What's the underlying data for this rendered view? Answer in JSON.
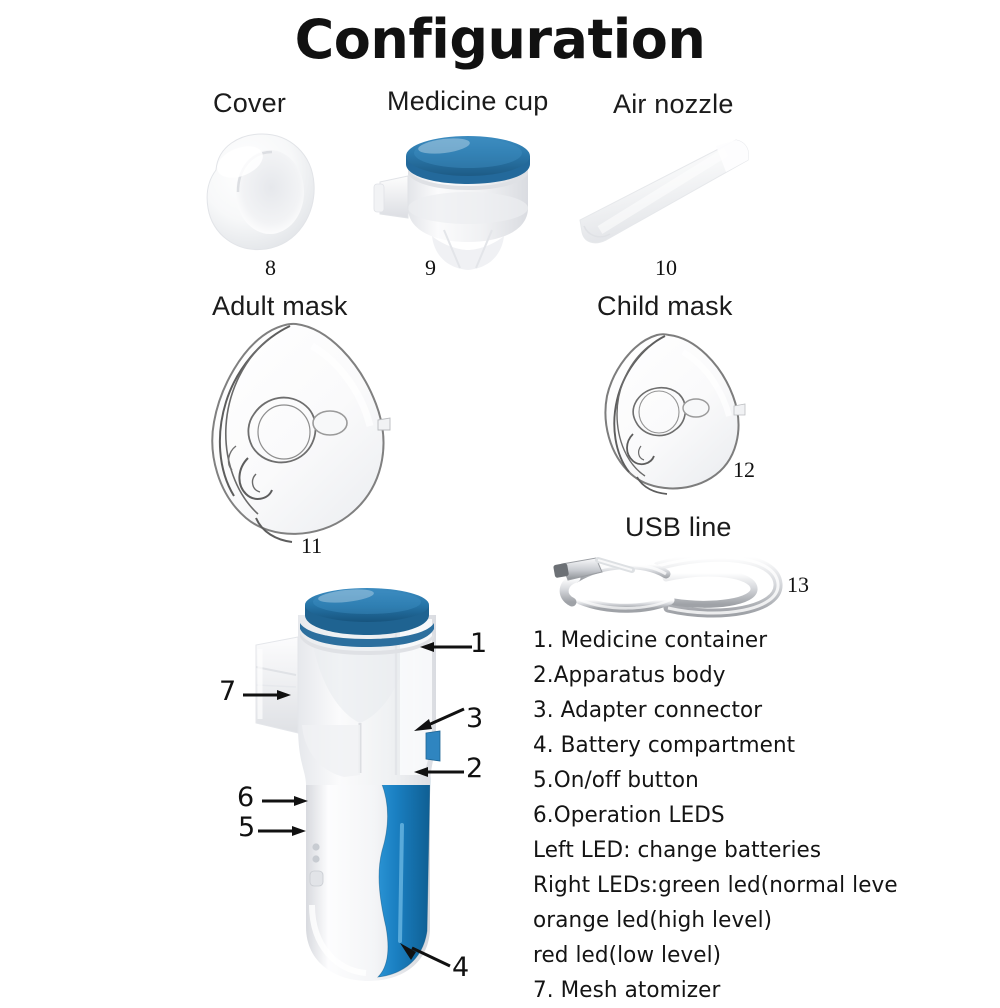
{
  "title": "Configuration",
  "sections": [
    {
      "id": "cover",
      "caption": "Cover",
      "number": "8"
    },
    {
      "id": "medicine-cup",
      "caption": "Medicine cup",
      "number": "9"
    },
    {
      "id": "air-nozzle",
      "caption": "Air nozzle",
      "number": "10"
    },
    {
      "id": "adult-mask",
      "caption": "Adult mask",
      "number": "11"
    },
    {
      "id": "child-mask",
      "caption": "Child mask",
      "number": "12"
    },
    {
      "id": "usb-line",
      "caption": "USB line",
      "number": "13"
    }
  ],
  "device_callouts": [
    {
      "number": "1",
      "target": "medicine-container"
    },
    {
      "number": "2",
      "target": "apparatus-body"
    },
    {
      "number": "3",
      "target": "adapter-connector"
    },
    {
      "number": "4",
      "target": "battery-compartment"
    },
    {
      "number": "5",
      "target": "on-off-button"
    },
    {
      "number": "6",
      "target": "operation-leds"
    },
    {
      "number": "7",
      "target": "mesh-atomizer"
    }
  ],
  "feature_list": [
    "1. Medicine container",
    "2.Apparatus body",
    "3. Adapter connector",
    "4. Battery compartment",
    "5.On/off button",
    "6.Operation LEDS",
    "Left LED: change batteries",
    "Right LEDs:green led(normal leve",
    "orange led(high level)",
    "red led(low level)",
    "7. Mesh atomizer"
  ],
  "colors": {
    "background": "#ffffff",
    "text": "#111111",
    "cap_blue": "#2b78ab",
    "cap_blue_dark": "#1d5b86",
    "grip_blue": "#1a7fc1",
    "grip_blue_dark": "#116296",
    "plastic_white": "#f4f5f6",
    "plastic_shadow": "#d8dade",
    "mask_outline": "#6f6f6f"
  }
}
